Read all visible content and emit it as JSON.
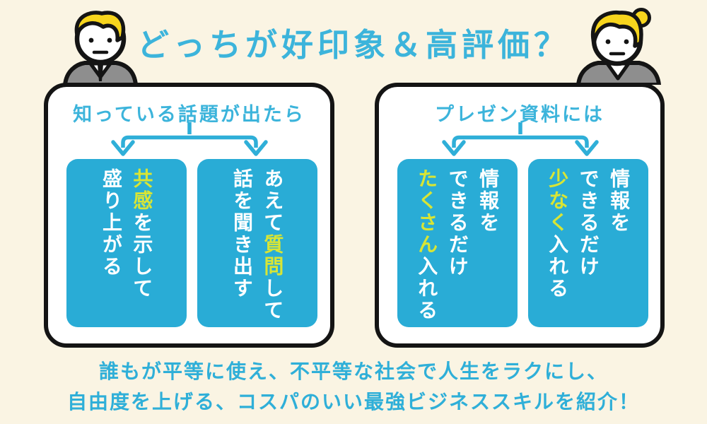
{
  "title": "どっちが好印象＆高評価？",
  "colors": {
    "background": "#FAF4E3",
    "cyan_text": "#3CB4DB",
    "panel_blue": "#29ACD6",
    "highlight_yellow_green": "#D8E535",
    "outline_black": "#141414",
    "hair_yellow": "#F7D51D",
    "suit_gray": "#8E8E8E",
    "card_white": "#FFFFFF"
  },
  "characters": {
    "left": "businessman with blond hair and tie",
    "right": "businesswoman with blond hair bun"
  },
  "left_box": {
    "header": "知っている話題が出たら",
    "options": [
      {
        "full_text": "共感を示して盛り上がる",
        "lines": [
          {
            "segments": [
              {
                "text": "共感",
                "highlight": true
              },
              {
                "text": "を示して",
                "highlight": false
              }
            ]
          },
          {
            "segments": [
              {
                "text": "盛り上がる",
                "highlight": false
              }
            ]
          }
        ]
      },
      {
        "full_text": "あえて質問して話を聞き出す",
        "lines": [
          {
            "segments": [
              {
                "text": "あえて",
                "highlight": false
              },
              {
                "text": "質問",
                "highlight": true
              },
              {
                "text": "して",
                "highlight": false
              }
            ]
          },
          {
            "segments": [
              {
                "text": "話を聞き出す",
                "highlight": false
              }
            ]
          }
        ]
      }
    ]
  },
  "right_box": {
    "header": "プレゼン資料には",
    "options": [
      {
        "full_text": "情報をできるだけたくさん入れる",
        "lines": [
          {
            "segments": [
              {
                "text": "情報を",
                "highlight": false
              }
            ]
          },
          {
            "segments": [
              {
                "text": "できるだけ",
                "highlight": false
              }
            ]
          },
          {
            "segments": [
              {
                "text": "たくさん",
                "highlight": true
              },
              {
                "text": "入れる",
                "highlight": false
              }
            ]
          }
        ]
      },
      {
        "full_text": "情報をできるだけ少なく入れる",
        "lines": [
          {
            "segments": [
              {
                "text": "情報を",
                "highlight": false
              }
            ]
          },
          {
            "segments": [
              {
                "text": "できるだけ",
                "highlight": false
              }
            ]
          },
          {
            "segments": [
              {
                "text": "少なく",
                "highlight": true
              },
              {
                "text": "入れる",
                "highlight": false
              }
            ]
          }
        ]
      }
    ]
  },
  "footer": {
    "line1": "誰もが平等に使え、不平等な社会で人生をラクにし、",
    "line2": "自由度を上げる、コスパのいい最強ビジネススキルを紹介！"
  }
}
